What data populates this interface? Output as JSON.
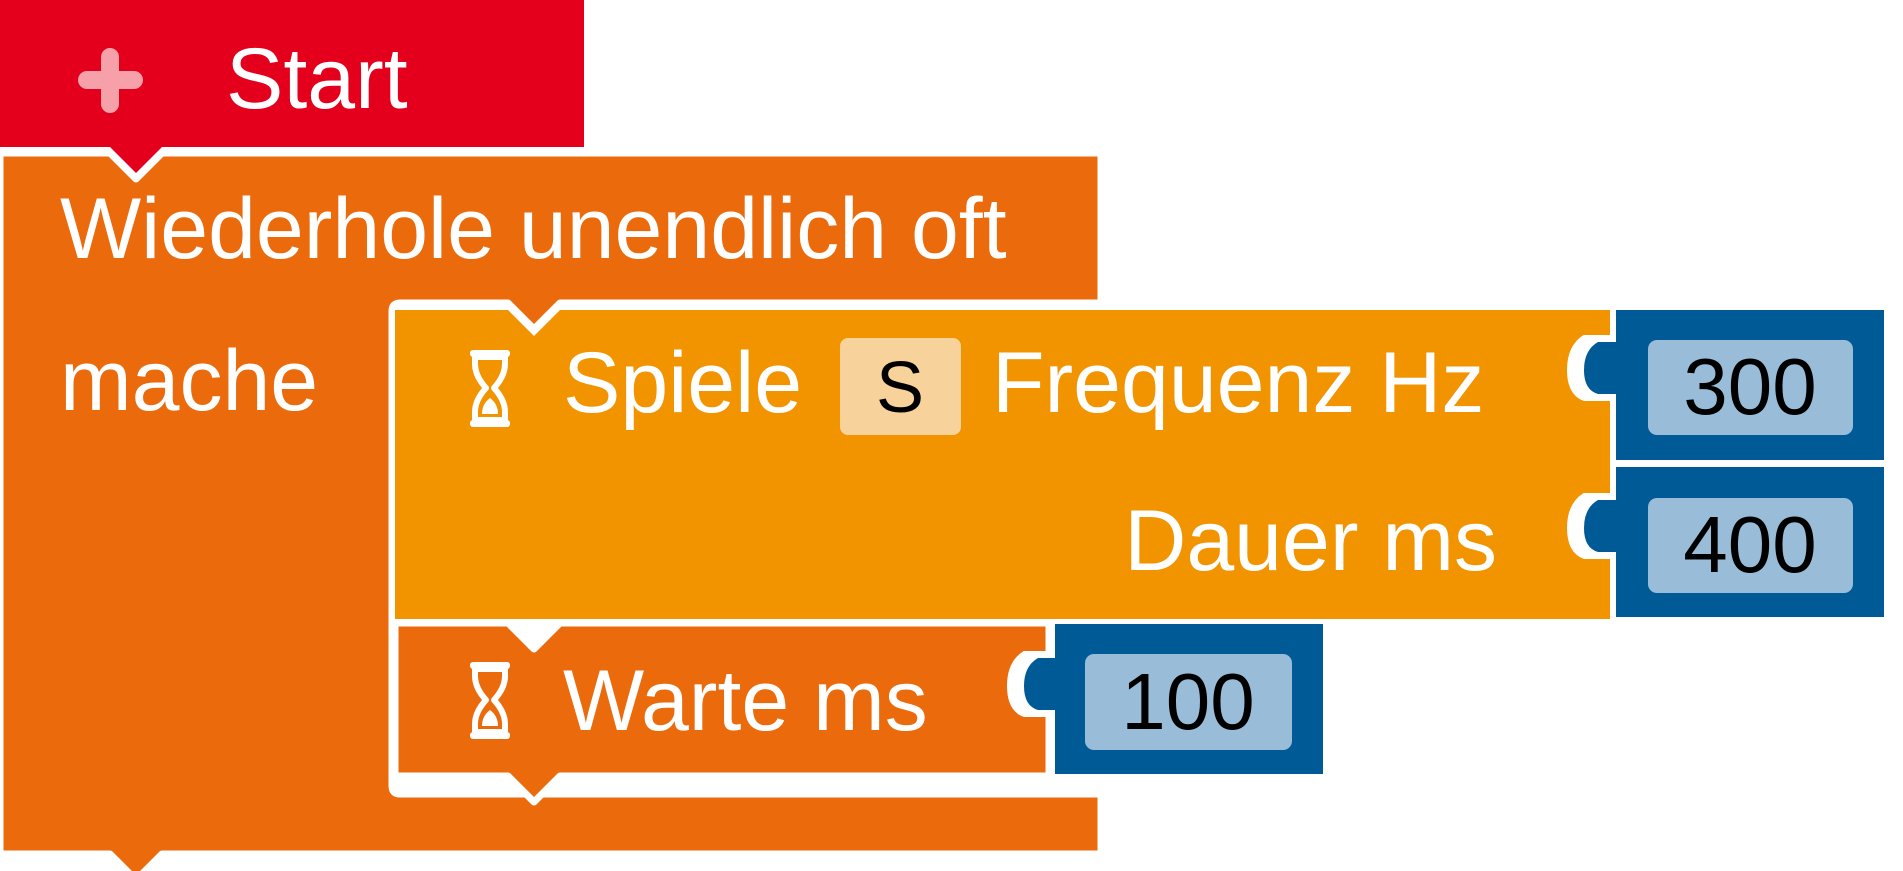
{
  "colors": {
    "start_block": "#E4001D",
    "start_plus": "#F6A1AA",
    "loop_block": "#EB6B0C",
    "tone_block": "#F29400",
    "wait_block": "#EB6B0C",
    "number_block": "#005A96",
    "number_field": "#99BDD8",
    "variable_field": "#F8D29B",
    "text": "#FFFFFF",
    "value_text": "#000000"
  },
  "icons": {
    "start": "plus-icon",
    "tone": "hourglass-icon",
    "wait": "hourglass-icon"
  },
  "blocks": {
    "start": {
      "label": "Start"
    },
    "loop": {
      "label": "Wiederhole unendlich oft",
      "do_label": "mache"
    },
    "tone": {
      "label": "Spiele",
      "variable": "S",
      "frequency_label": "Frequenz Hz",
      "frequency_value": "300",
      "duration_label": "Dauer ms",
      "duration_value": "400"
    },
    "wait": {
      "label": "Warte ms",
      "value": "100"
    }
  }
}
